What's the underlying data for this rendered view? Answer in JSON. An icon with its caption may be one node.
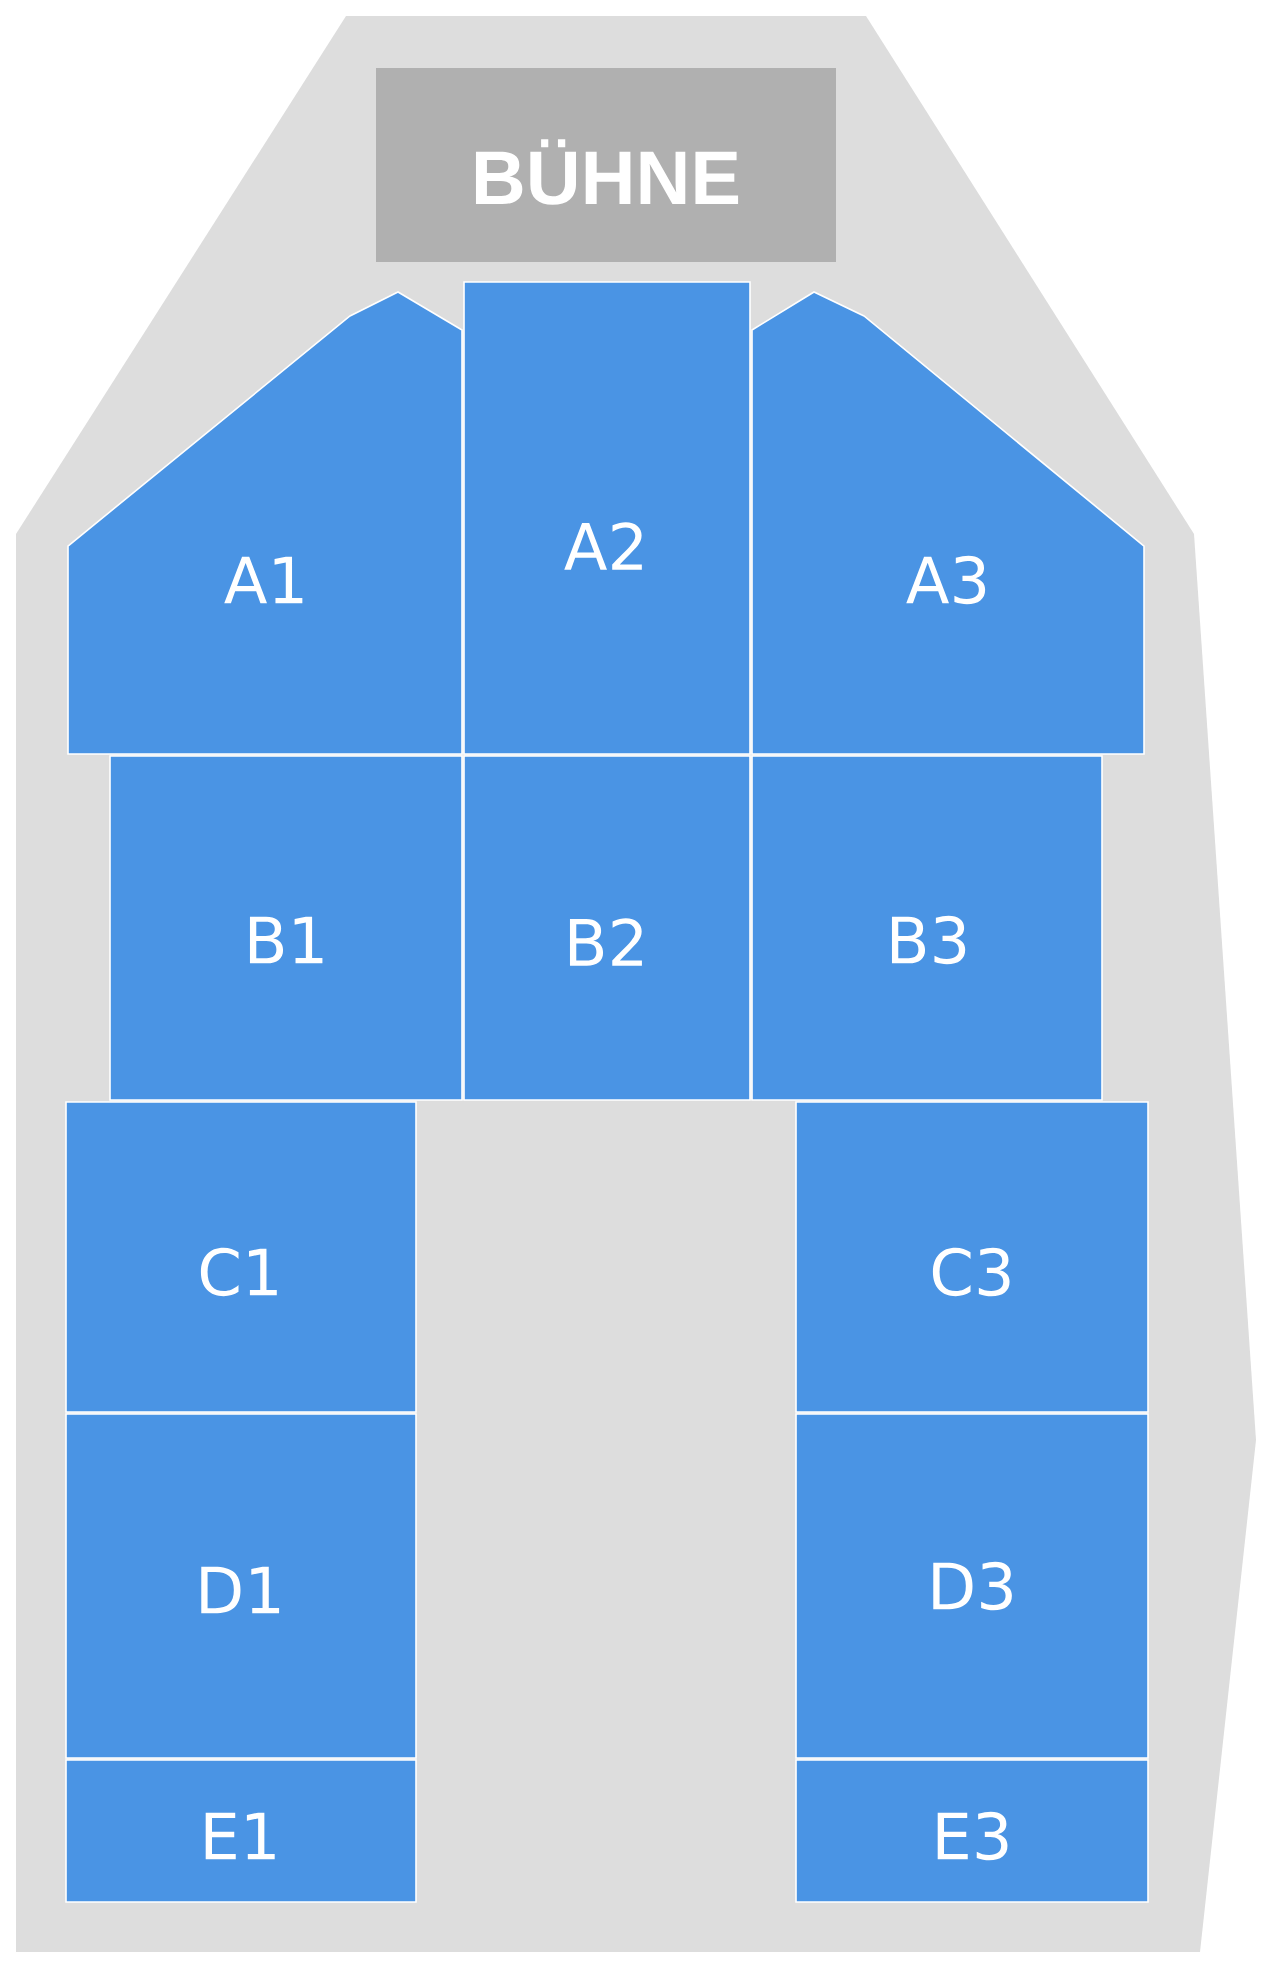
{
  "diagram": {
    "nodes": [
      {
        "text": [
          "BÜHNE"
        ]
      },
      {
        "text": [
          "A1"
        ]
      },
      {
        "text": [
          "A2"
        ]
      },
      {
        "text": [
          "A3"
        ]
      },
      {
        "text": [
          "B1"
        ]
      },
      {
        "text": [
          "B2"
        ]
      },
      {
        "text": [
          "B3"
        ]
      },
      {
        "text": [
          "C1"
        ]
      },
      {
        "text": [
          "C3"
        ]
      },
      {
        "text": [
          "D1"
        ]
      },
      {
        "text": [
          "D3"
        ]
      },
      {
        "text": [
          "E1"
        ]
      },
      {
        "text": [
          "E3"
        ]
      }
    ]
  }
}
